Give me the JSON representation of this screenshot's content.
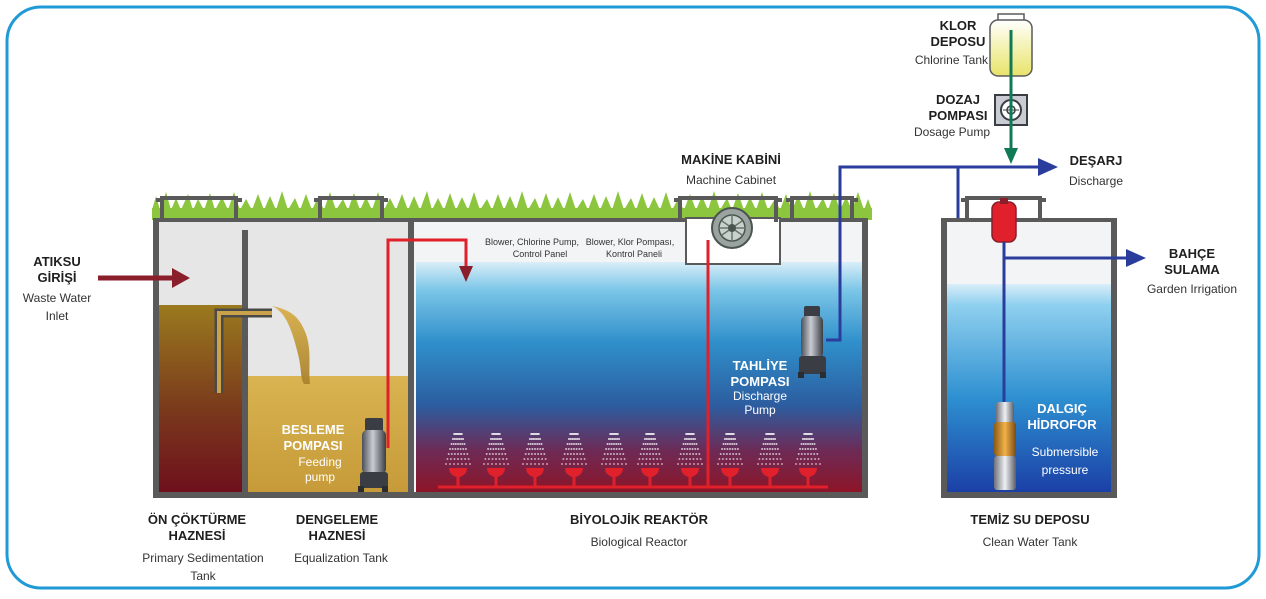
{
  "labels": {
    "klor_tr_1": "KLOR",
    "klor_tr_2": "DEPOSU",
    "klor_en": "Chlorine Tank",
    "dozaj_tr_1": "DOZAJ",
    "dozaj_tr_2": "POMPASI",
    "dozaj_en": "Dosage Pump",
    "makine_tr": "MAKİNE KABİNİ",
    "makine_en": "Machine Cabinet",
    "desarj_tr": "DEŞARJ",
    "desarj_en": "Discharge",
    "bahce_tr_1": "BAHÇE",
    "bahce_tr_2": "SULAMA",
    "bahce_en": "Garden Irrigation",
    "atiksu_tr_1": "ATIKSU",
    "atiksu_tr_2": "GİRİŞİ",
    "atiksu_en_1": "Waste Water",
    "atiksu_en_2": "Inlet",
    "blower_en_1": "Blower, Chlorine Pump,",
    "blower_en_2": "Control Panel",
    "blower_tr_1": "Blower, Klor Pompası,",
    "blower_tr_2": "Kontrol Paneli",
    "tahliye_tr_1": "TAHLİYE",
    "tahliye_tr_2": "POMPASI",
    "tahliye_en_1": "Discharge",
    "tahliye_en_2": "Pump",
    "besleme_tr_1": "BESLEME",
    "besleme_tr_2": "POMPASI",
    "besleme_en_1": "Feeding",
    "besleme_en_2": "pump",
    "dalgic_tr_1": "DALGIÇ",
    "dalgic_tr_2": "HİDROFOR",
    "dalgic_en_1": "Submersible",
    "dalgic_en_2": "pressure",
    "on_tr_1": "ÖN ÇÖKTÜRME",
    "on_tr_2": "HAZNESİ",
    "on_en_1": "Primary Sedimentation",
    "on_en_2": "Tank",
    "dengeleme_tr_1": "DENGELEME",
    "dengeleme_tr_2": "HAZNESİ",
    "dengeleme_en": "Equalization Tank",
    "biyo_tr": "BİYOLOJİK REAKTÖR",
    "biyo_en": "Biological Reactor",
    "temiz_tr": "TEMİZ SU DEPOSU",
    "temiz_en": "Clean Water Tank"
  },
  "colors": {
    "frame": "#1f9ad6",
    "inlet_arrow": "#8b1e2b",
    "red_pipe": "#e0202a",
    "blue_pipe": "#2a3d9c",
    "green_pipe": "#0f7a55",
    "grass": "#8cc63f",
    "wall": "#5a5a5a"
  },
  "icons": [
    "blower-icon",
    "dosage-pump-icon",
    "submersible-pump-icon",
    "diffuser-icon",
    "pressure-tank-icon",
    "chlorine-tank-icon"
  ]
}
